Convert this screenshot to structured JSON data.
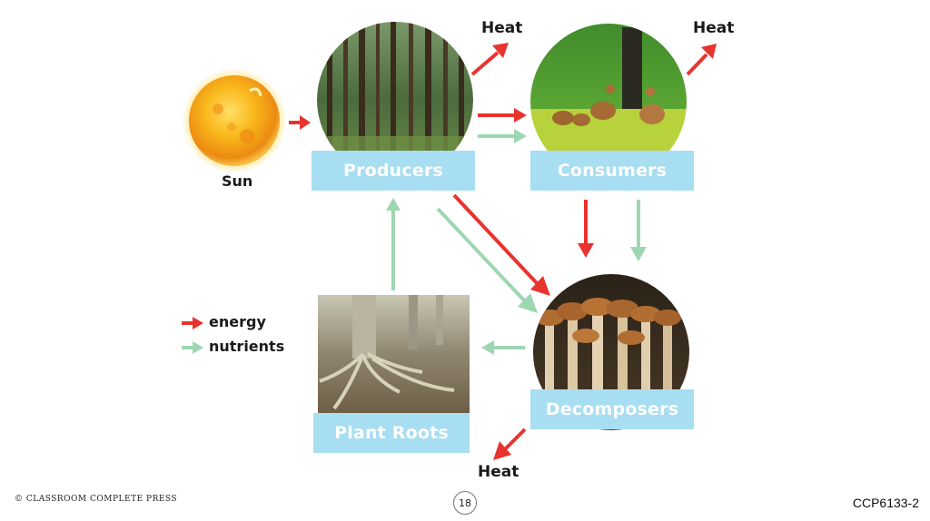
{
  "diagram": {
    "sun_label": "Sun",
    "nodes": {
      "producers": "Producers",
      "consumers": "Consumers",
      "decomposers": "Decomposers",
      "plant_roots": "Plant Roots"
    },
    "heat_labels": [
      "Heat",
      "Heat",
      "Heat"
    ],
    "legend": {
      "energy": "energy",
      "nutrients": "nutrients"
    },
    "colors": {
      "energy_arrow": "#e8332e",
      "nutrient_arrow": "#9ed6b2",
      "label_box": "#a8def2"
    }
  },
  "footer": {
    "publisher": "© CLASSROOM COMPLETE PRESS",
    "page_number": "18",
    "code": "CCP6133-2"
  }
}
